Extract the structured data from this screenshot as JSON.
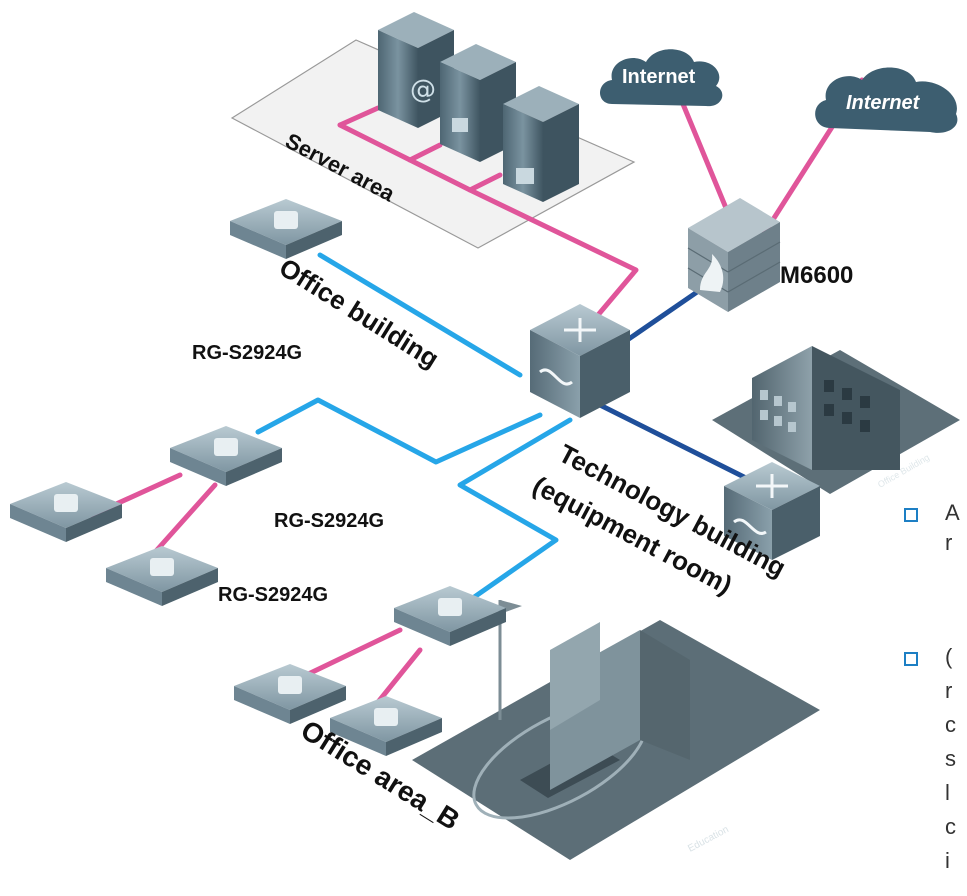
{
  "labels": {
    "server_area": "Server area",
    "office_building": "Office building",
    "rg_top": "RG-S2924G",
    "rg_mid": "RG-S2924G",
    "rg_low": "RG-S2924G",
    "technology_building_line1": "Technology building",
    "technology_building_line2": "(equipment room)",
    "office_area_b": "Office area_B",
    "m6600": "M6600",
    "internet_1": "Internet",
    "internet_2": "Internet",
    "office_building_sign": "Office Building",
    "education_sign": "Education"
  },
  "side_text": {
    "bullet1_lines": [
      "A",
      "r"
    ],
    "bullet2_lines": [
      "(",
      "r",
      "c",
      "s",
      "l",
      "c",
      "i"
    ]
  },
  "colors": {
    "pink_link": "#e0559a",
    "blue_link": "#26a6e8",
    "dark_blue_link": "#1f4f9a",
    "cloud": "#3d5e70",
    "device": "#7b929e",
    "bullet": "#1d7fc4"
  }
}
